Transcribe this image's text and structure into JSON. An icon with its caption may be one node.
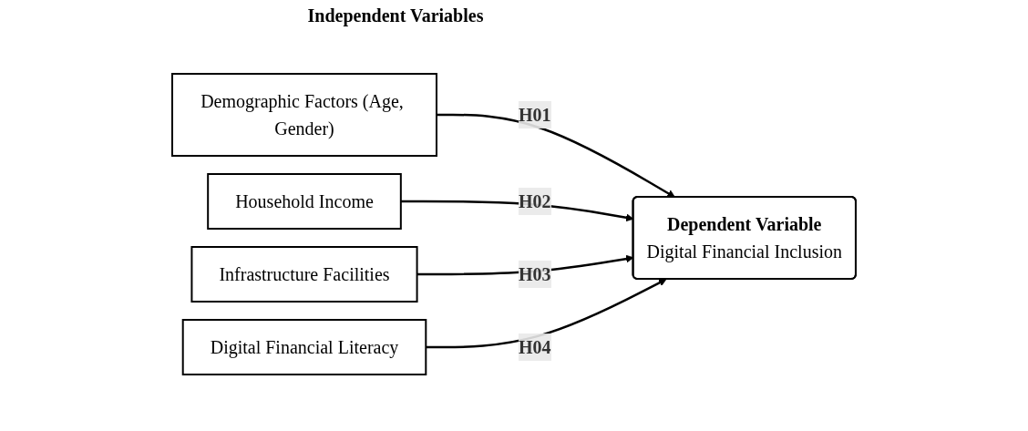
{
  "diagram": {
    "nodes": [
      {
        "text": [
          "Demographic Factors (Age, Gender)"
        ]
      },
      {
        "text": [
          "Household Income"
        ]
      },
      {
        "text": [
          "Infrastructure Facilities"
        ]
      },
      {
        "text": [
          "Digital Financial Literacy"
        ]
      },
      {
        "text": [
          "Dependent Variable",
          "Digital Financial Inclusion"
        ]
      }
    ],
    "edges": [
      {
        "from": 0,
        "to": 4,
        "arrow": "to",
        "label": "H01"
      },
      {
        "from": 1,
        "to": 4,
        "arrow": "to",
        "label": "H02"
      },
      {
        "from": 2,
        "to": 4,
        "arrow": "to",
        "label": "H03"
      },
      {
        "from": 3,
        "to": 4,
        "arrow": "to",
        "label": "H04"
      }
    ],
    "labels": [
      "Independent Variables"
    ]
  }
}
